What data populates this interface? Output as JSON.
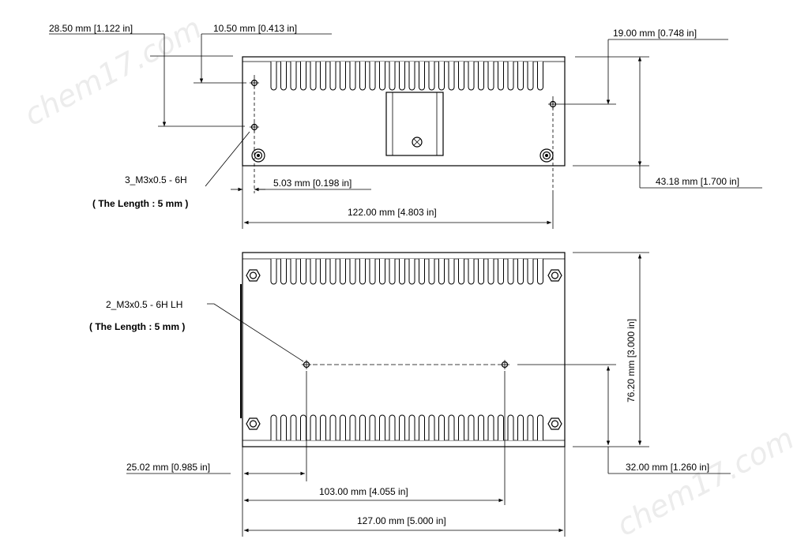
{
  "watermarks": [
    "chem17.com",
    "chem17.com"
  ],
  "top_view": {
    "dims": {
      "d1": "28.50 mm [1.122 in]",
      "d2": "10.50 mm [0.413 in]",
      "d3": "19.00 mm [0.748 in]",
      "d4": "43.18 mm [1.700 in]",
      "d5": "5.03 mm [0.198 in]",
      "d6": "122.00 mm [4.803 in]"
    },
    "hole_note": "3_M3x0.5 - 6H",
    "length_note": "( The Length : 5 mm )"
  },
  "bottom_view": {
    "dims": {
      "d1": "76.20 mm [3.000 in]",
      "d2": "32.00 mm [1.260 in]",
      "d3": "25.02 mm [0.985 in]",
      "d4": "103.00 mm [4.055 in]",
      "d5": "127.00 mm [5.000 in]"
    },
    "hole_note": "2_M3x0.5 - 6H LH",
    "length_note": "( The Length : 5 mm )"
  }
}
